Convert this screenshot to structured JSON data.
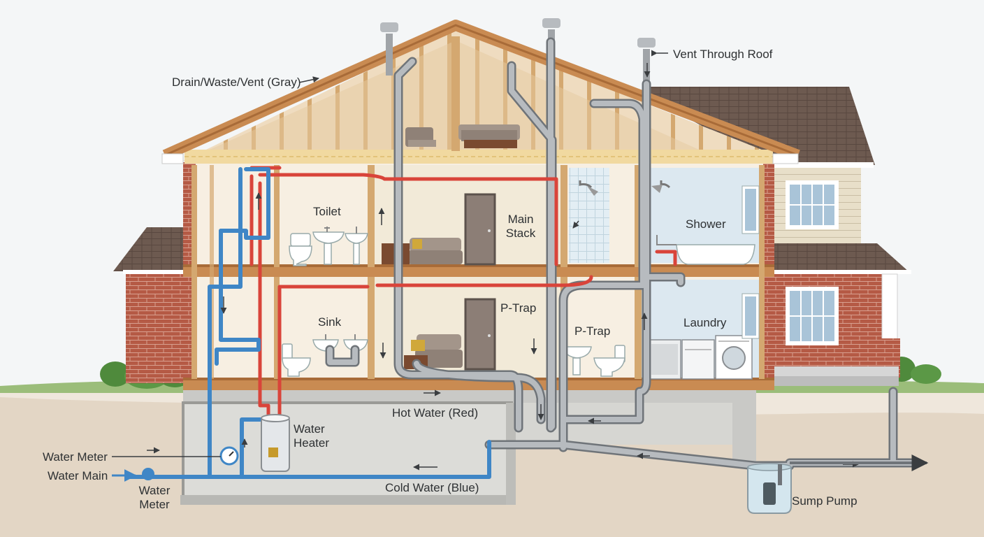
{
  "labels": {
    "drain_waste_vent": "Drain/Waste/Vent (Gray)",
    "vent_through_roof": "Vent Through Roof",
    "toilet": "Toilet",
    "main_stack_1": "Main",
    "main_stack_2": "Stack",
    "shower": "Shower",
    "sink": "Sink",
    "p_trap_left": "P-Trap",
    "p_trap_right": "P-Trap",
    "laundry": "Laundry",
    "hot_water": "Hot Water (Red)",
    "water_heater_1": "Water",
    "water_heater_2": "Heater",
    "cold_water": "Cold Water (Blue)",
    "water_meter_left": "Water Meter",
    "water_main": "Water Main",
    "water_meter_bottom_1": "Water",
    "water_meter_bottom_2": "Meter",
    "sump_pump": "Sump Pump"
  },
  "colors": {
    "hot_water": "#d9443a",
    "cold_water": "#3f86c6",
    "drain_waste_vent": "#8e9399",
    "brick": "#b55a45",
    "roof": "#6d5a50",
    "timber": "#d4a870",
    "siding": "#e8dfc9",
    "ground": "#c9b69d"
  },
  "icons": [
    "arrow-icon",
    "water-meter-gauge-icon",
    "water-heater-icon",
    "sump-pump-icon",
    "toilet-icon",
    "sink-icon",
    "bathtub-icon",
    "shower-head-icon",
    "washer-icon",
    "dryer-icon",
    "sofa-icon",
    "door-icon",
    "window-icon",
    "roof-vent-cap-icon"
  ]
}
